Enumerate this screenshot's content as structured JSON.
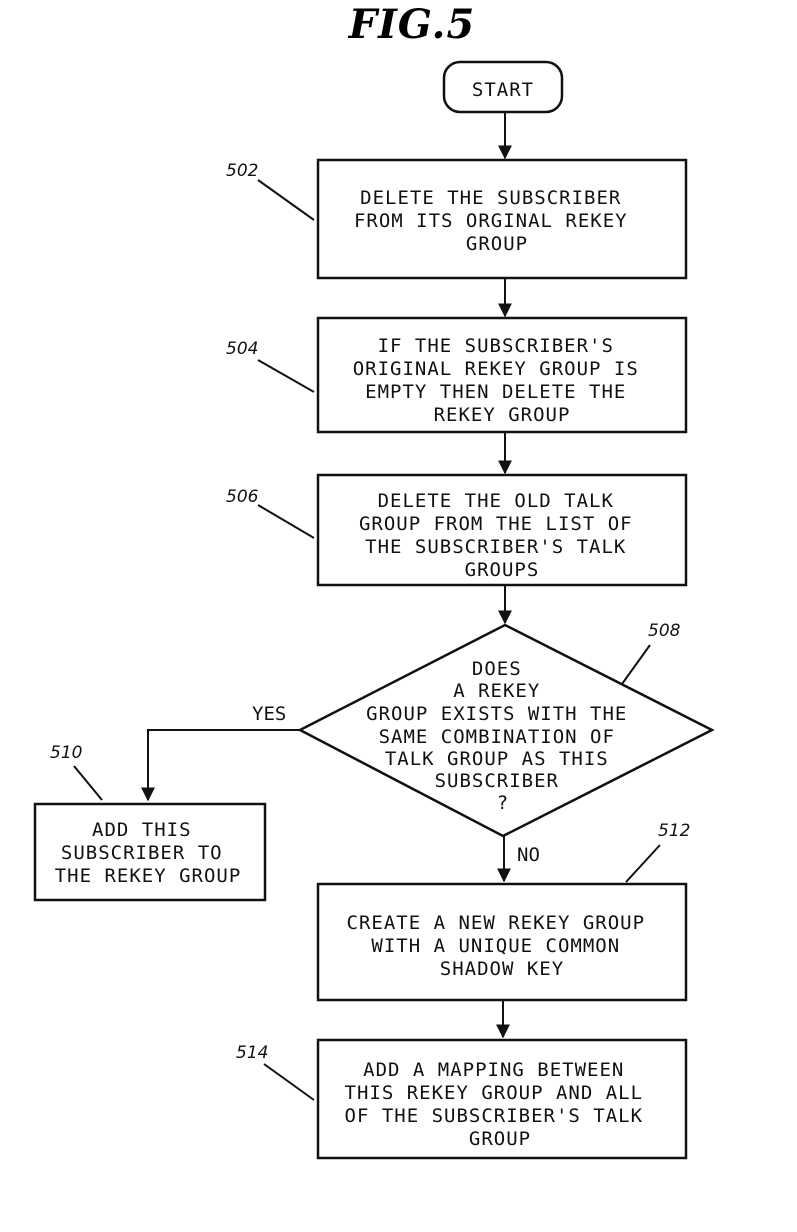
{
  "figure": {
    "title": "FIG.5"
  },
  "start": {
    "label": "START"
  },
  "steps": {
    "s502": {
      "ref": "502",
      "lines": [
        "DELETE THE SUBSCRIBER",
        "FROM ITS ORGINAL REKEY",
        "GROUP"
      ]
    },
    "s504": {
      "ref": "504",
      "lines": [
        "IF THE SUBSCRIBER'S",
        "ORIGINAL REKEY GROUP IS",
        "EMPTY THEN DELETE THE",
        "REKEY GROUP"
      ]
    },
    "s506": {
      "ref": "506",
      "lines": [
        "DELETE THE OLD TALK",
        "GROUP FROM THE LIST OF",
        "THE SUBSCRIBER'S TALK",
        "GROUPS"
      ]
    },
    "s508": {
      "ref": "508",
      "lines": [
        "DOES",
        "A REKEY",
        "GROUP EXISTS WITH THE",
        "SAME COMBINATION OF",
        "TALK GROUP AS THIS",
        "SUBSCRIBER",
        "?"
      ]
    },
    "s510": {
      "ref": "510",
      "lines": [
        "ADD THIS",
        "SUBSCRIBER TO",
        "THE REKEY GROUP"
      ]
    },
    "s512": {
      "ref": "512",
      "lines": [
        "CREATE A NEW REKEY GROUP",
        "WITH A UNIQUE COMMON",
        "SHADOW KEY"
      ]
    },
    "s514": {
      "ref": "514",
      "lines": [
        "ADD A MAPPING BETWEEN",
        "THIS REKEY GROUP AND ALL",
        "OF THE SUBSCRIBER'S TALK",
        "GROUP"
      ]
    }
  },
  "branches": {
    "yes": "YES",
    "no": "NO"
  }
}
